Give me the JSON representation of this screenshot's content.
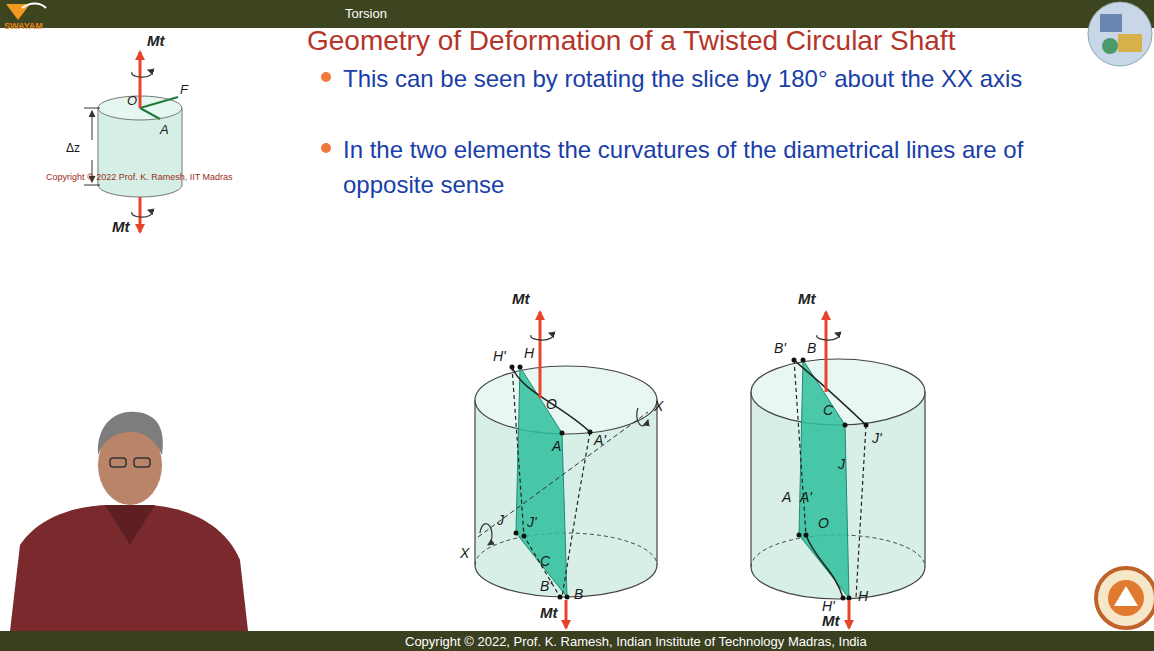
{
  "diagram": {
    "title": "Geometry of Deformation of a Twisted Circular Shaft",
    "labels": [
      "Torsion",
      "SWAYAM",
      "This can be seen by rotating the slice by 180° about the XX axis",
      "In the two elements the curvatures of the diametrical lines are of opposite sense",
      "Copyright © 2022, Prof. K. Ramesh, Indian Institute of Technology Madras, India",
      "Copyright © 2022 Prof. K. Ramesh, IIT Madras",
      "Mt",
      "O",
      "F",
      "A",
      "Δz",
      "Mt",
      "Mt",
      "H'",
      "H",
      "O",
      "A",
      "A'",
      "X",
      "X",
      "J",
      "J'",
      "C",
      "B'",
      "B",
      "Mt",
      "Mt",
      "B'",
      "B",
      "C",
      "J",
      "J'",
      "A",
      "A'",
      "O",
      "H'",
      "H",
      "Mt"
    ]
  }
}
